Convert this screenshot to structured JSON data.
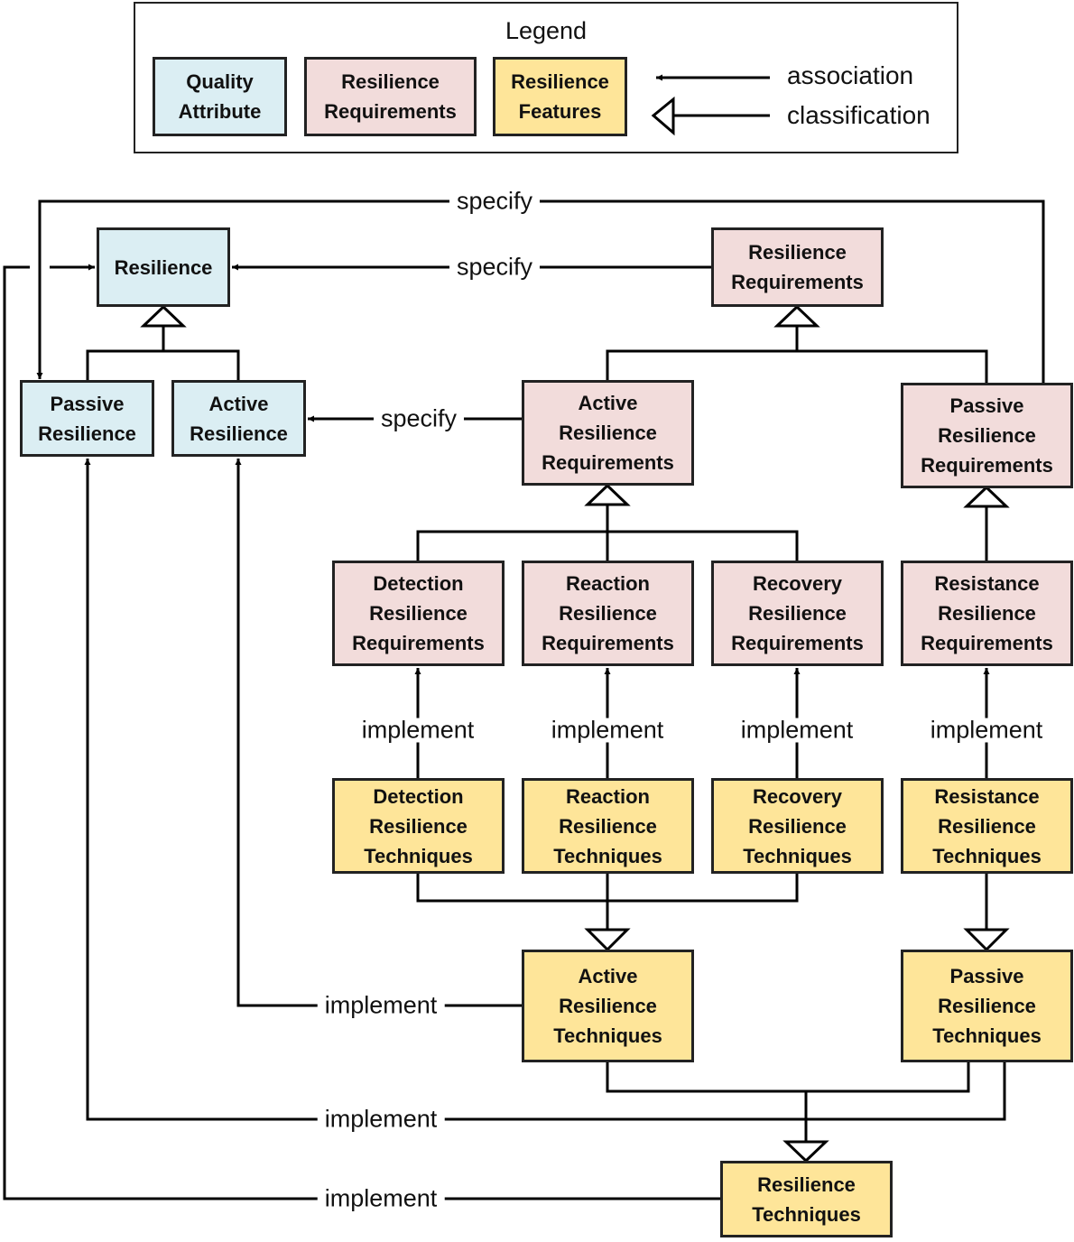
{
  "legend": {
    "title": "Legend",
    "quality_attribute": "Quality\nAttribute",
    "resilience_requirements": "Resilience\nRequirements",
    "resilience_features": "Resilience\nFeatures",
    "association": "association",
    "classification": "classification"
  },
  "nodes": {
    "resilience": "Resilience",
    "passive_resilience": "Passive\nResilience",
    "active_resilience": "Active\nResilience",
    "resilience_requirements": "Resilience\nRequirements",
    "active_resilience_requirements": "Active\nResilience\nRequirements",
    "passive_resilience_requirements": "Passive\nResilience\nRequirements",
    "detection_resilience_requirements": "Detection\nResilience\nRequirements",
    "reaction_resilience_requirements": "Reaction\nResilience\nRequirements",
    "recovery_resilience_requirements": "Recovery\nResilience\nRequirements",
    "resistance_resilience_requirements": "Resistance\nResilience\nRequirements",
    "detection_resilience_techniques": "Detection\nResilience\nTechniques",
    "reaction_resilience_techniques": "Reaction\nResilience\nTechniques",
    "recovery_resilience_techniques": "Recovery\nResilience\nTechniques",
    "resistance_resilience_techniques": "Resistance\nResilience\nTechniques",
    "active_resilience_techniques": "Active\nResilience\nTechniques",
    "passive_resilience_techniques": "Passive\nResilience\nTechniques",
    "resilience_techniques": "Resilience\nTechniques"
  },
  "edges": {
    "specify": "specify",
    "implement": "implement"
  },
  "colors": {
    "quality_attribute": "#dbeef3",
    "resilience_requirements": "#f2dcdb",
    "resilience_features": "#fee599",
    "line": "#000000"
  }
}
